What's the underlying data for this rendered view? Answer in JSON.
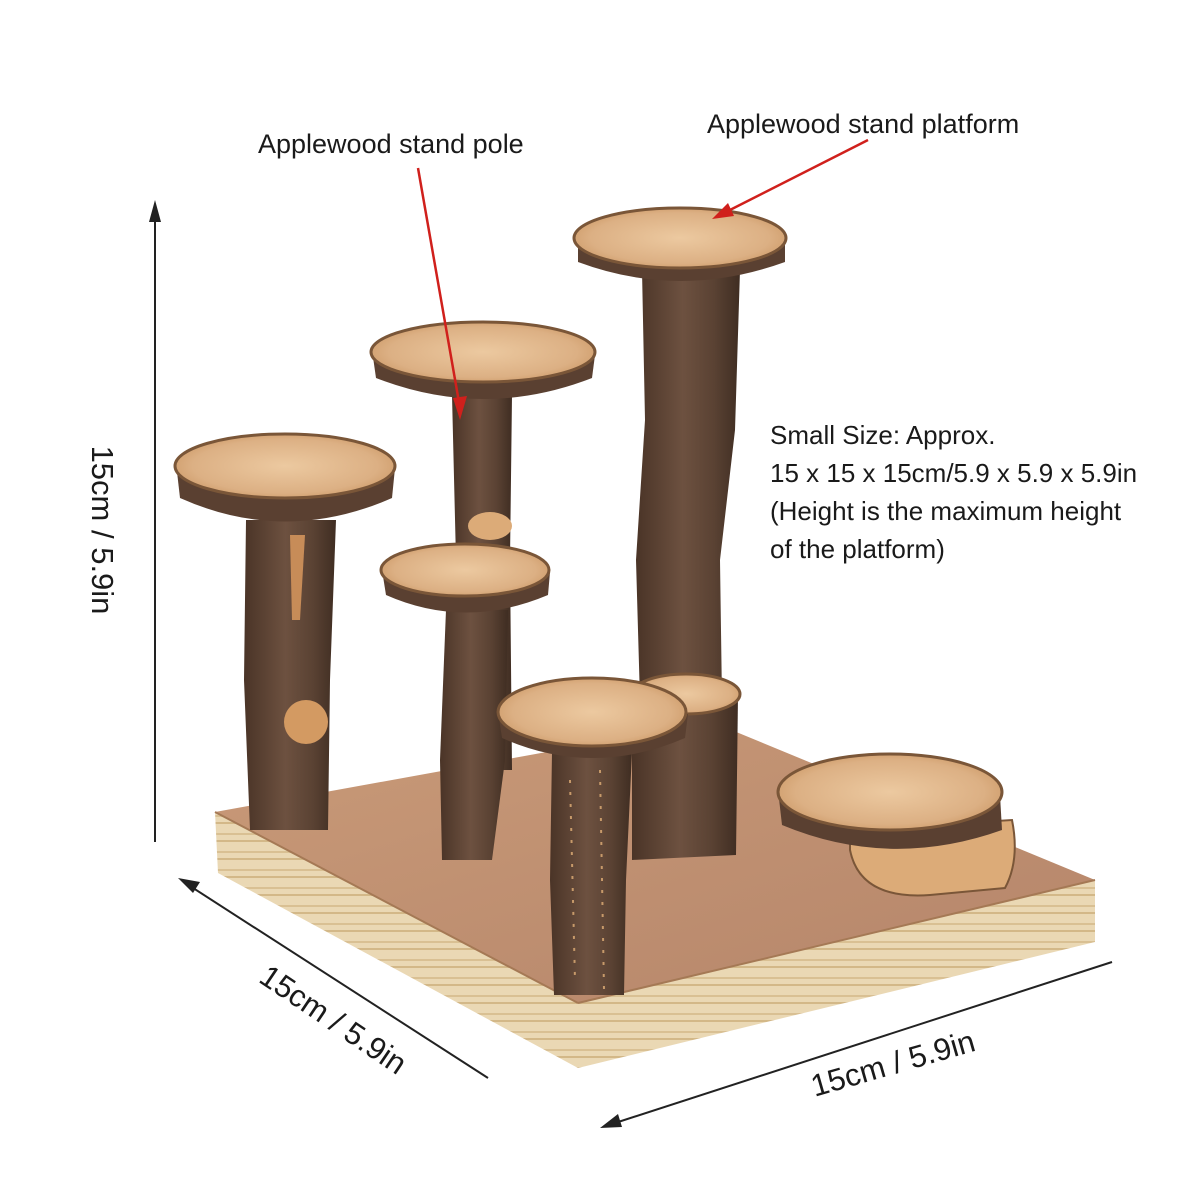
{
  "labels": {
    "pole": "Applewood stand pole",
    "platform": "Applewood stand platform"
  },
  "spec": {
    "line1": "Small Size: Approx.",
    "line2": "15 x 15 x 15cm/5.9 x 5.9 x 5.9in",
    "line3": "(Height is the maximum height",
    "line4": "of the platform)"
  },
  "dimensions": {
    "height": "15cm / 5.9in",
    "depth": "15cm / 5.9in",
    "width": "15cm / 5.9in"
  },
  "colors": {
    "arrow_red": "#d0201c",
    "bark_dark": "#5a4031",
    "wood_face": "#e2b98d",
    "base_top": "#bf8f6e",
    "plywood_edge": "#e7d3ae"
  }
}
